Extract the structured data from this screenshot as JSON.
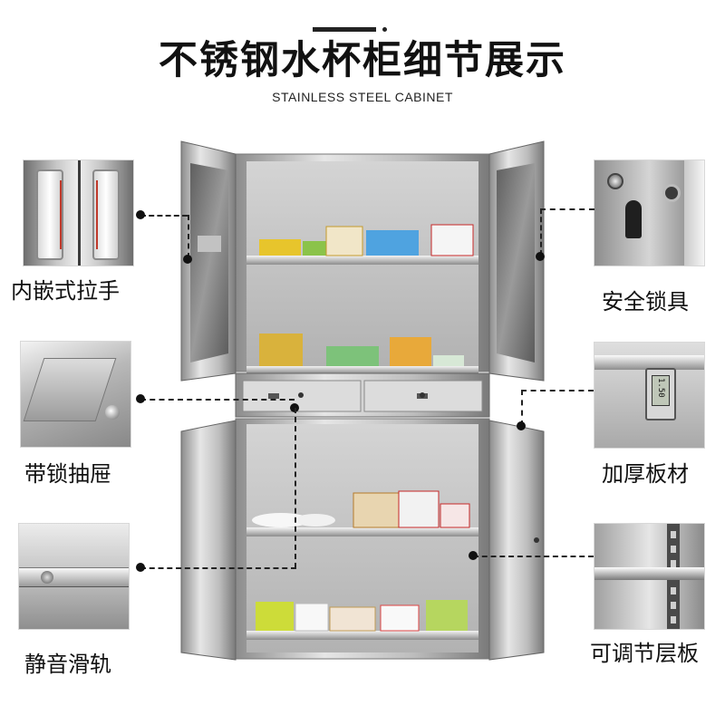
{
  "header": {
    "title": "不锈钢水杯柜细节展示",
    "subtitle": "STAINLESS STEEL CABINET"
  },
  "features": [
    {
      "id": "handle",
      "label": "内嵌式拉手"
    },
    {
      "id": "drawer",
      "label": "带锁抽屉"
    },
    {
      "id": "rail",
      "label": "静音滑轨"
    },
    {
      "id": "lock",
      "label": "安全锁具"
    },
    {
      "id": "thickness",
      "label": "加厚板材"
    },
    {
      "id": "shelf",
      "label": "可调节层板"
    }
  ],
  "caliper_reading": "1.50",
  "colors": {
    "steel_light": "#e9e9e9",
    "steel_mid": "#b8b8b8",
    "steel_dark": "#7d7d7d",
    "connector": "#222222"
  }
}
